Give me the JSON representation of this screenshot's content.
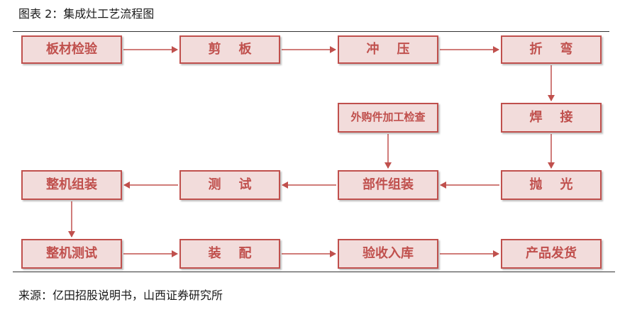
{
  "figure": {
    "caption": "图表 2：集成灶工艺流程图",
    "source": "来源：亿田招股说明书，山西证券研究所"
  },
  "nodes": [
    {
      "id": "n1",
      "label": "板材检验"
    },
    {
      "id": "n2",
      "label": "剪    板"
    },
    {
      "id": "n3",
      "label": "冲    压"
    },
    {
      "id": "n4",
      "label": "折    弯"
    },
    {
      "id": "n5",
      "label": "外购件加工检查"
    },
    {
      "id": "n6",
      "label": "焊    接"
    },
    {
      "id": "n7",
      "label": "整机组装"
    },
    {
      "id": "n8",
      "label": "测    试"
    },
    {
      "id": "n9",
      "label": "部件组装"
    },
    {
      "id": "n10",
      "label": "抛    光"
    },
    {
      "id": "n11",
      "label": "整机测试"
    },
    {
      "id": "n12",
      "label": "装    配"
    },
    {
      "id": "n13",
      "label": "验收入库"
    },
    {
      "id": "n14",
      "label": "产品发货"
    }
  ],
  "edges": [
    {
      "from": "n1",
      "to": "n2"
    },
    {
      "from": "n2",
      "to": "n3"
    },
    {
      "from": "n3",
      "to": "n4"
    },
    {
      "from": "n4",
      "to": "n6"
    },
    {
      "from": "n6",
      "to": "n10"
    },
    {
      "from": "n10",
      "to": "n9"
    },
    {
      "from": "n5",
      "to": "n9"
    },
    {
      "from": "n9",
      "to": "n8"
    },
    {
      "from": "n8",
      "to": "n7"
    },
    {
      "from": "n7",
      "to": "n11"
    },
    {
      "from": "n11",
      "to": "n12"
    },
    {
      "from": "n12",
      "to": "n13"
    },
    {
      "from": "n13",
      "to": "n14"
    }
  ],
  "colors": {
    "box_fill": "#f2dcdb",
    "box_border": "#c0504d",
    "box_text": "#c0504d",
    "arrow": "#c0504d"
  }
}
